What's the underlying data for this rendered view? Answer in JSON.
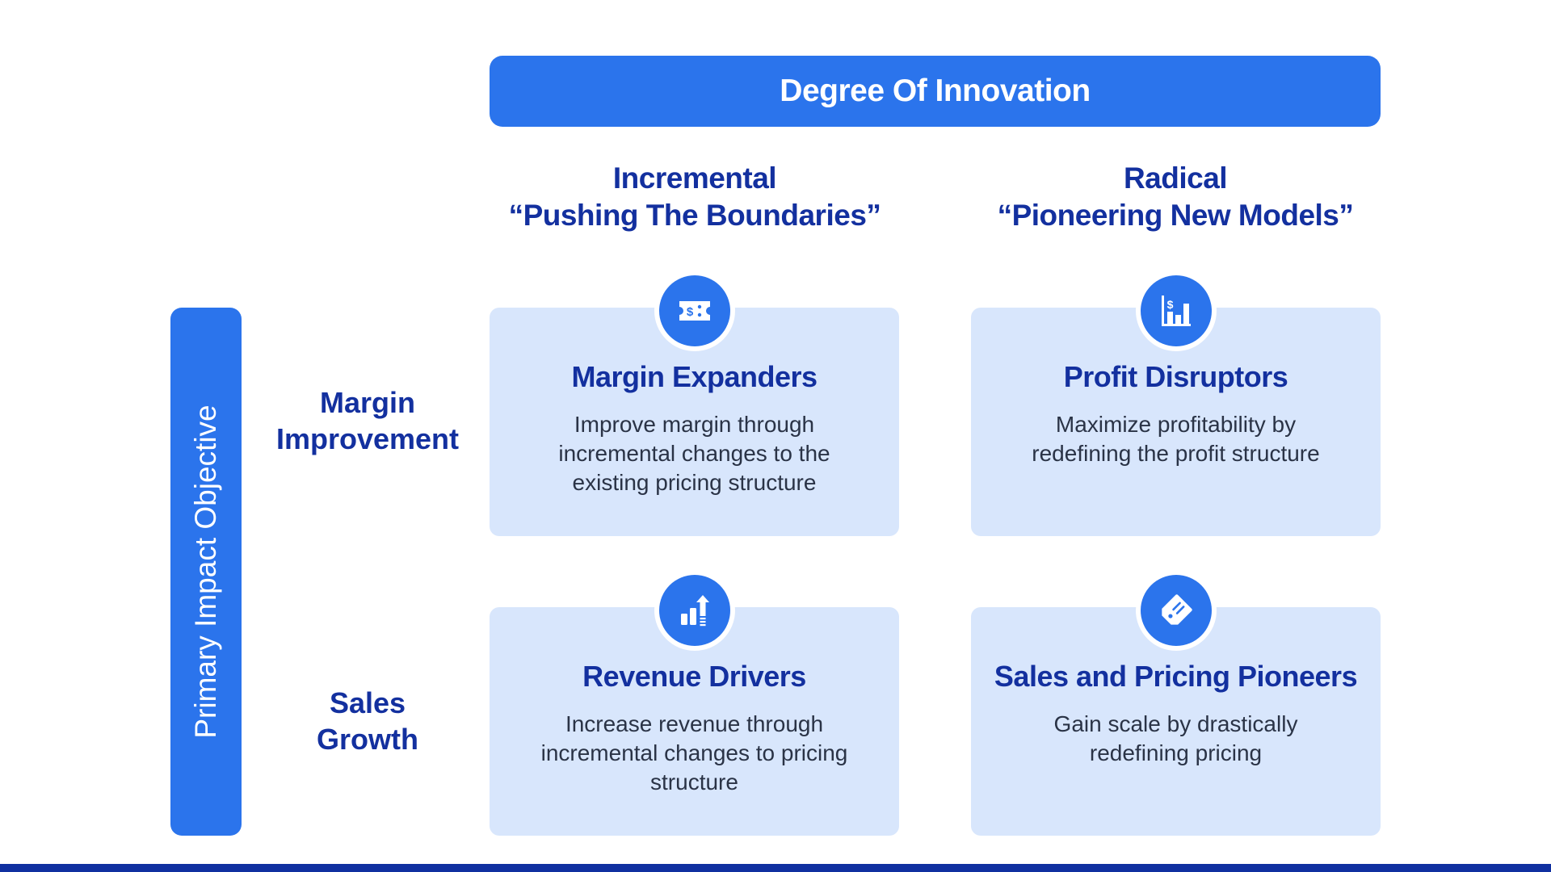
{
  "header": {
    "title": "Degree Of Innovation"
  },
  "columns": [
    {
      "line1": "Incremental",
      "line2": "“Pushing The Boundaries”"
    },
    {
      "line1": "Radical",
      "line2": "“Pioneering New Models”"
    }
  ],
  "vertical_axis": {
    "label": "Primary Impact Objective"
  },
  "rows": [
    {
      "line1": "Margin",
      "line2": "Improvement"
    },
    {
      "line1": "Sales",
      "line2": "Growth"
    }
  ],
  "cards": [
    {
      "icon": "ticket-dollar-icon",
      "title": "Margin Expanders",
      "description": "Improve margin through incremental changes to the existing pricing structure"
    },
    {
      "icon": "dollar-bar-chart-icon",
      "title": "Profit Disruptors",
      "description": "Maximize profitability by redefining the profit structure"
    },
    {
      "icon": "growth-arrow-chart-icon",
      "title": "Revenue Drivers",
      "description": "Increase revenue through incremental changes to pricing structure"
    },
    {
      "icon": "price-tag-icon",
      "title": "Sales and Pricing Pioneers",
      "description": "Gain scale by drastically redefining pricing"
    }
  ],
  "colors": {
    "accent": "#2b74ec",
    "heading": "#13309f",
    "card_bg": "#d8e6fc",
    "body_text": "#2a3346",
    "bottom_band": "#1030a0"
  }
}
